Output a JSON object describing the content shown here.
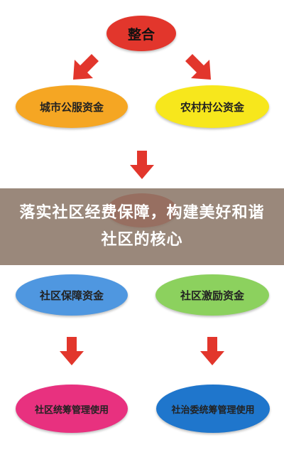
{
  "nodes": {
    "top": "整合",
    "city": "城市公服资金",
    "rural": "农村村公资金",
    "guarantee": "社区保障资金",
    "incentive": "社区激励资金",
    "unified": "社区统筹管理使用",
    "committee": "社治委统筹管理使用"
  },
  "banner": {
    "title": "落实社区经费保障，构建美好和谐社区的核心"
  },
  "colors": {
    "arrow": "#e2362c",
    "top": "#e2362c",
    "city": "#f5a623",
    "rural": "#f7e71c",
    "guarantee": "#4f97e0",
    "incentive": "#8cd15e",
    "unified": "#e8317f",
    "committee": "#1f76cc",
    "banner": "#8c7869"
  }
}
